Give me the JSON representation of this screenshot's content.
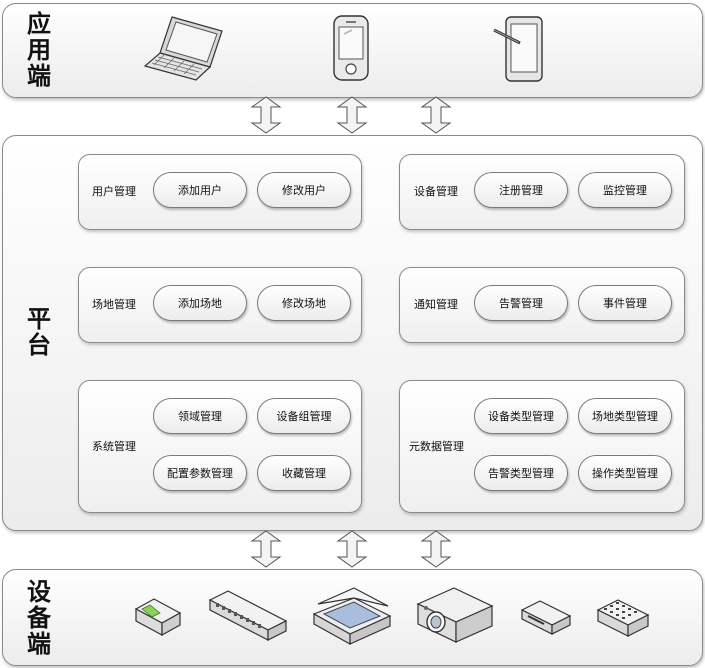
{
  "app_tier": {
    "title": "应用端",
    "icons": [
      "laptop-icon",
      "smartphone-icon",
      "tablet-stylus-icon"
    ]
  },
  "platform": {
    "title": "平台",
    "groups": [
      {
        "label": "用户管理",
        "items": [
          "添加用户",
          "修改用户"
        ]
      },
      {
        "label": "设备管理",
        "items": [
          "注册管理",
          "监控管理"
        ]
      },
      {
        "label": "场地管理",
        "items": [
          "添加场地",
          "修改场地"
        ]
      },
      {
        "label": "通知管理",
        "items": [
          "告警管理",
          "事件管理"
        ]
      },
      {
        "label": "系统管理",
        "items": [
          "领域管理",
          "设备组管理",
          "配置参数管理",
          "收藏管理"
        ]
      },
      {
        "label": "元数据管理",
        "items": [
          "设备类型管理",
          "场地类型管理",
          "告警类型管理",
          "操作类型管理"
        ]
      }
    ]
  },
  "device_tier": {
    "title": "设备端",
    "icons": [
      "router-icon",
      "switch-icon",
      "scanner-icon",
      "projector-icon",
      "network-device-icon",
      "hub-icon"
    ]
  },
  "colors": {
    "border": "#8a8a8a",
    "background_light": "#ffffff",
    "background_dark": "#ececec"
  }
}
